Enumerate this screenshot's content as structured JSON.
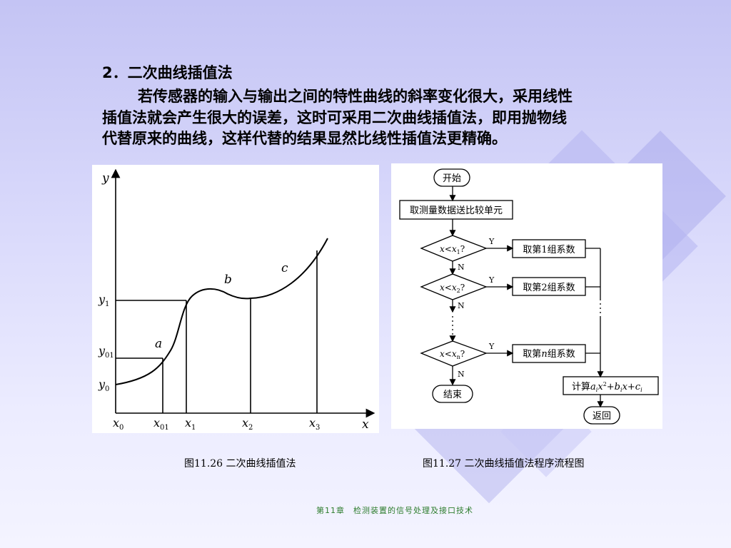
{
  "slide": {
    "heading": "2．二次曲线插值法",
    "paragraph_lines": [
      "若传感器的输入与输出之间的特性曲线的斜率变化很大，采用线性",
      "插值法就会产生很大的误差，这时可采用二次曲线插值法，即用抛物线",
      "代替原来的曲线，这样代替的结果显然比线性插值法更精确。"
    ],
    "footer": "第11章　检测装置的信号处理及接口技术"
  },
  "figure1": {
    "caption": "图11.26  二次曲线插值法",
    "y_axis": "y",
    "x_axis": "x",
    "y_labels": {
      "y1": "y",
      "y1_sub": "1",
      "y01": "y",
      "y01_sub": "01",
      "y0": "y",
      "y0_sub": "0"
    },
    "x_labels": {
      "x0": "x",
      "x0_sub": "0",
      "x01": "x",
      "x01_sub": "01",
      "x1": "x",
      "x1_sub": "1",
      "x2": "x",
      "x2_sub": "2",
      "x3": "x",
      "x3_sub": "3"
    },
    "segment_labels": {
      "a": "a",
      "b": "b",
      "c": "c"
    }
  },
  "figure2": {
    "caption": "图11.27  二次曲线插值法程序流程图",
    "start": "开始",
    "step_fetch": "取测量数据送比较单元",
    "cond1": "x<x",
    "cond1_sub": "1",
    "cond2": "x<x",
    "cond2_sub": "2",
    "condn": "x<x",
    "condn_sub": "n",
    "qmark": "?",
    "yes": "Y",
    "no": "N",
    "coef1": "取第1组系数",
    "coef2": "取第2组系数",
    "coefn_prefix": "取第",
    "coefn_n": "n",
    "coefn_suffix": "组系数",
    "compute_prefix": "计算",
    "compute_expr_a": "a",
    "compute_expr_x2": "x",
    "compute_expr_b": "+b",
    "compute_expr_x": "x+c",
    "compute_sub": "i",
    "end": "结束",
    "return": "返回",
    "ellipsis": "⋮"
  }
}
